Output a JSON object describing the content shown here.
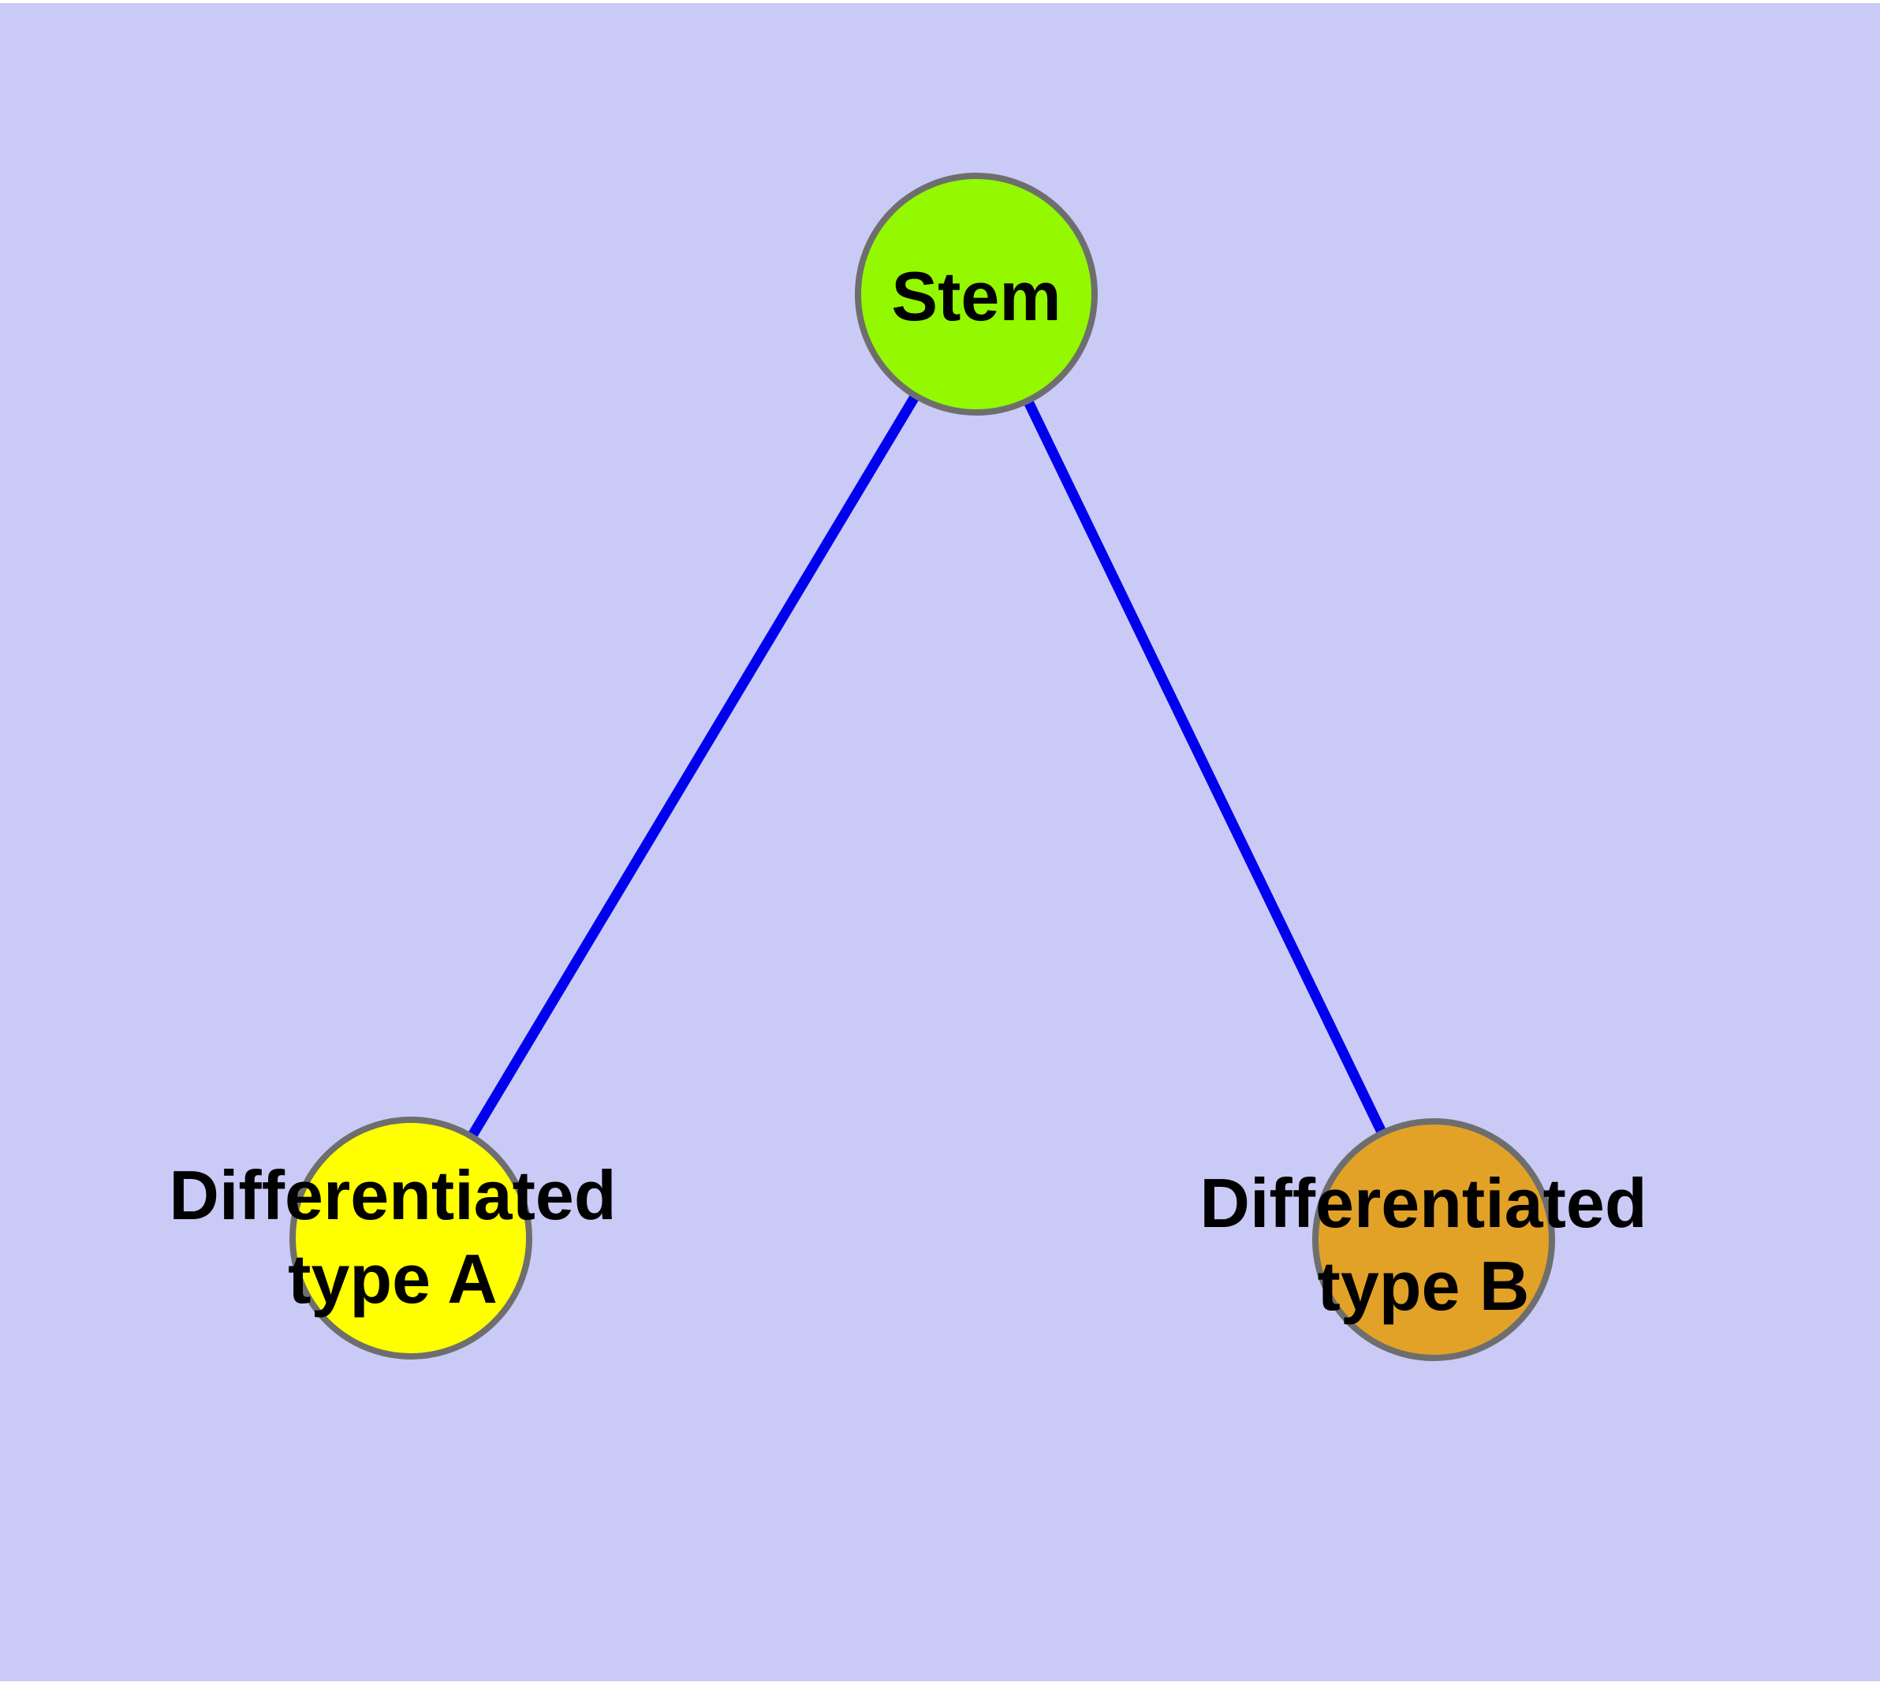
{
  "canvas": {
    "background_color": "#cacaf6",
    "page_margin_color": "#ffffff"
  },
  "diagram": {
    "type": "node-link-graph",
    "nodes": {
      "stem": {
        "label": "Stem",
        "fill": "#93f800",
        "border_color": "#6e6e6e"
      },
      "type_a": {
        "label_line1": "Differentiated",
        "label_line2": "type A",
        "fill": "#ffff00",
        "border_color": "#6e6e6e"
      },
      "type_b": {
        "label_line1": "Differentiated",
        "label_line2": "type B",
        "fill": "#e2a227",
        "border_color": "#6e6e6e"
      }
    },
    "edges": {
      "color": "#0000ee",
      "list": [
        {
          "from": "Stem",
          "to": "Differentiated type A"
        },
        {
          "from": "Stem",
          "to": "Differentiated type B"
        }
      ]
    },
    "text_color": "#000000"
  }
}
